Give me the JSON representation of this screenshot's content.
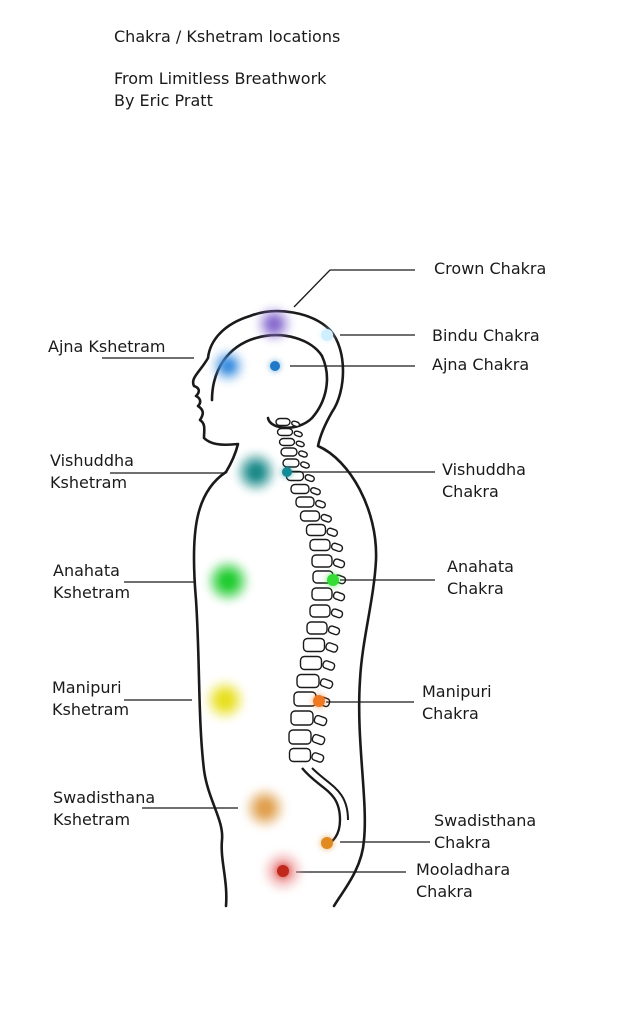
{
  "header": {
    "title": "Chakra / Kshetram locations",
    "source_line": "From Limitless Breathwork",
    "author_line": "By Eric Pratt"
  },
  "chakras": [
    {
      "key": "crown",
      "label": [
        "Crown Chakra"
      ],
      "color": "#8b6fd0"
    },
    {
      "key": "bindu",
      "label": [
        "Bindu Chakra"
      ],
      "color": "#cfefff"
    },
    {
      "key": "ajna",
      "label": [
        "Ajna Chakra"
      ],
      "color": "#1f78c8"
    },
    {
      "key": "vishuddha",
      "label": [
        "Vishuddha",
        "Chakra"
      ],
      "color": "#138a96"
    },
    {
      "key": "anahata",
      "label": [
        "Anahata",
        "Chakra"
      ],
      "color": "#33dd33"
    },
    {
      "key": "manipuri",
      "label": [
        "Manipuri",
        "Chakra"
      ],
      "color": "#f07820"
    },
    {
      "key": "swadisthana",
      "label": [
        "Swadisthana",
        "Chakra"
      ],
      "color": "#e08a20"
    },
    {
      "key": "mooladhara",
      "label": [
        "Mooladhara",
        "Chakra"
      ],
      "color": "#c0281c"
    }
  ],
  "kshetrams": [
    {
      "key": "ajna",
      "label": [
        "Ajna Kshetram"
      ],
      "color": "#3d8fe0"
    },
    {
      "key": "vishuddha",
      "label": [
        "Vishuddha",
        "Kshetram"
      ],
      "color": "#1f8a8a"
    },
    {
      "key": "anahata",
      "label": [
        "Anahata",
        "Kshetram"
      ],
      "color": "#22cc33"
    },
    {
      "key": "manipuri",
      "label": [
        "Manipuri",
        "Kshetram"
      ],
      "color": "#e8e020"
    },
    {
      "key": "swadisthana",
      "label": [
        "Swadisthana",
        "Kshetram"
      ],
      "color": "#e0a050"
    }
  ]
}
